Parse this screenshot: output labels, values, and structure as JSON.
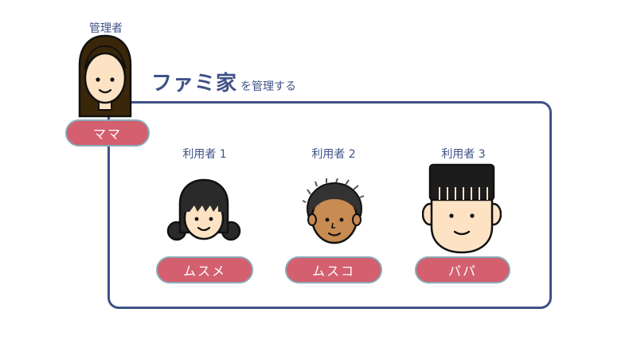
{
  "admin": {
    "role_label": "管理者",
    "name": "ママ"
  },
  "title": {
    "main": "ファミ家",
    "sub": "を管理する"
  },
  "users": [
    {
      "role_label": "利用者 1",
      "name": "ムスメ"
    },
    {
      "role_label": "利用者 2",
      "name": "ムスコ"
    },
    {
      "role_label": "利用者 3",
      "name": "パパ"
    }
  ],
  "colors": {
    "accent": "#3f5287",
    "pill": "#d35f6f",
    "pill_border": "#8aa9b5",
    "skin": "#fde3c4",
    "skin_dark": "#c88b52"
  }
}
